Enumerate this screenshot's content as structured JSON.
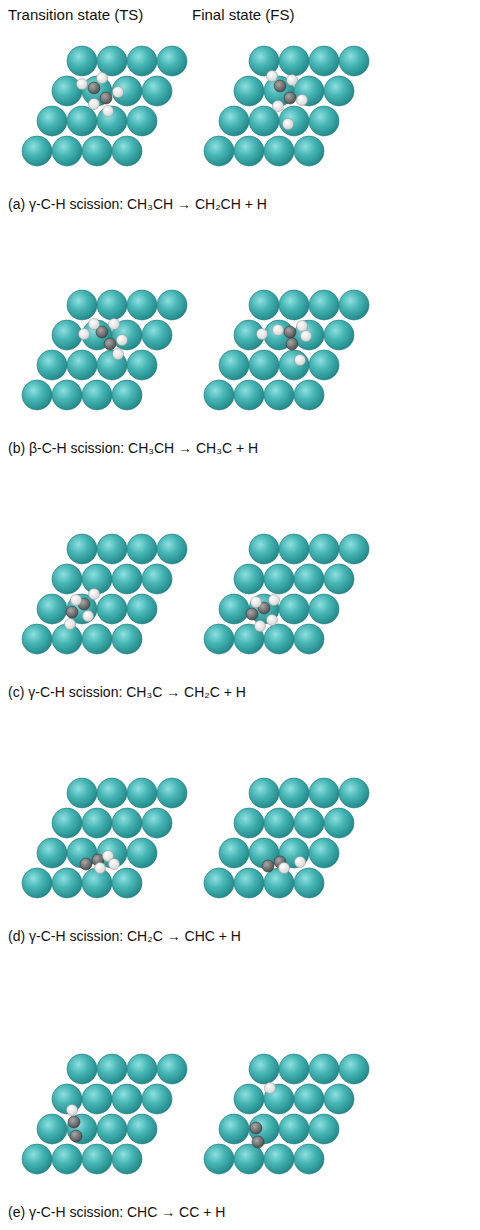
{
  "diagram": {
    "labels": [
      "Transition state (TS)",
      "Final state (FS)",
      "(a) γ-C-H scission: CH₃CH → CH₂CH + H",
      "(b) β-C-H scission: CH₃CH → CH₃C + H",
      "(c) γ-C-H scission: CH₃C → CH₂C + H",
      "(d) γ-C-H scission: CH₂C → CHC + H",
      "(e) γ-C-H scission: CHC → CC + H"
    ]
  }
}
